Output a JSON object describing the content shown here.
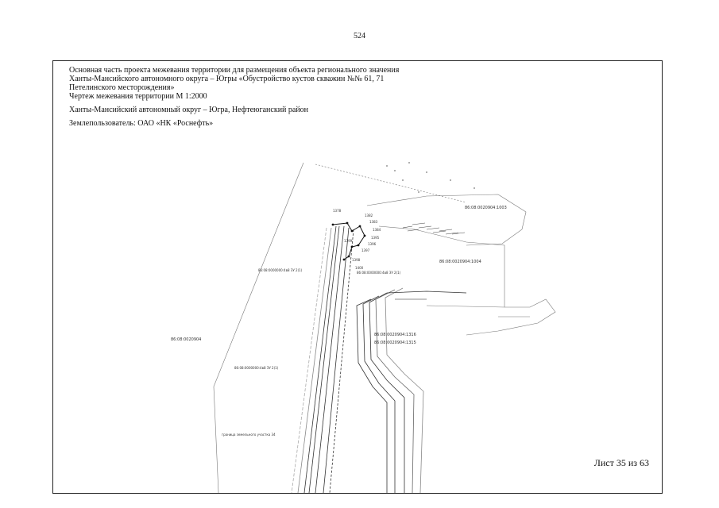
{
  "page": {
    "number": "524"
  },
  "header": {
    "line1": "Основная часть проекта межевания территории для размещения объекта регионального значения",
    "line2": "Ханты-Мансийского автономного округа – Югры «Обустройство кустов скважин №№ 61, 71",
    "line3": "Петелинского месторождения»",
    "line4": "Чертеж межевания территории М 1:2000",
    "line5": "Ханты-Мансийский автономный округ – Югра, Нефтеюганский район",
    "line6": "Землепользователь: ОАО «НК «Роснефть»"
  },
  "map_labels": {
    "parcel_1": "86:08:0020904:1003",
    "parcel_2": "86:08:0020904:1004",
    "parcel_3": "86:08:0020904",
    "parcel_4": "86:08:0020904:1316",
    "parcel_5": "86:08:0020904:1315",
    "zone_1": "86:08:0000000:4в8 ЗУ 2(1)",
    "zone_2": "86:08:0000000:4в8 ЗУ 2(1)",
    "zone_3": "86:08:0000000:4в8 ЗУ 2(1)",
    "pt_1": "1378",
    "pt_2": "1382",
    "pt_3": "1383",
    "pt_4": "1384",
    "pt_5": "1395",
    "pt_6": "1396",
    "pt_7": "1397",
    "pt_8": "1398",
    "pt_9": "1399",
    "pt_10": "1400",
    "note": "граница земельного участка 34"
  },
  "footer": {
    "sheet": "Лист 35 из 63"
  }
}
